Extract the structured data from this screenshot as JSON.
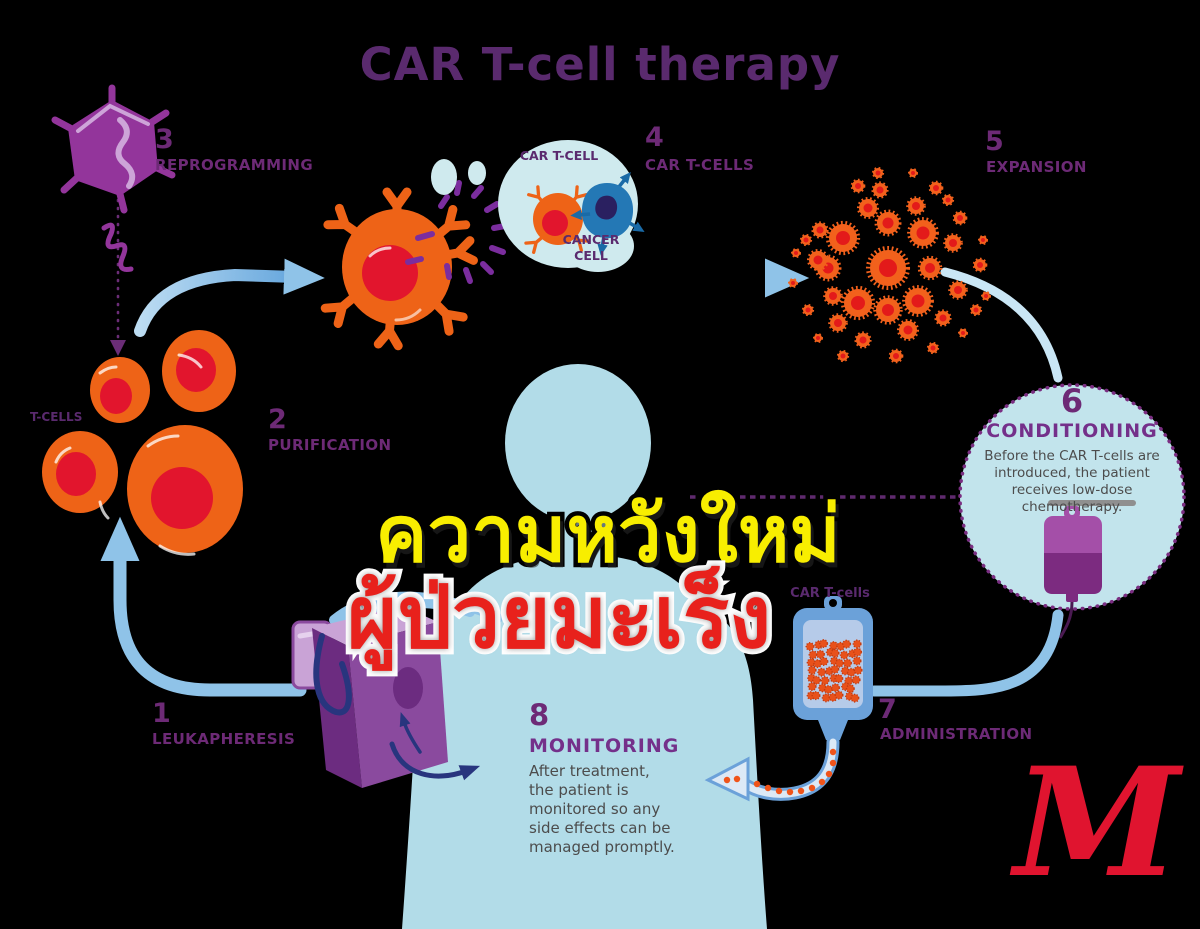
{
  "title": "CAR T-cell therapy",
  "steps": [
    {
      "num": "1",
      "label": "LEUKAPHERESIS"
    },
    {
      "num": "2",
      "label": "PURIFICATION"
    },
    {
      "num": "3",
      "label": "REPROGRAMMING"
    },
    {
      "num": "4",
      "label": "CAR T-CELLS"
    },
    {
      "num": "5",
      "label": "EXPANSION"
    },
    {
      "num": "6",
      "label": "CONDITIONING",
      "description": "Before the CAR T-cells are introduced, the patient receives low-dose chemotherapy."
    },
    {
      "num": "7",
      "label": "ADMINISTRATION"
    },
    {
      "num": "8",
      "label": "MONITORING",
      "description": "After treatment, the patient is monitored so any side effects can be managed promptly."
    }
  ],
  "cell_labels": {
    "t_cells": "T-CELLS",
    "car_t_cell": "CAR T-CELL",
    "cancer_cell": "CANCER CELL",
    "iv_bag": "CAR T-cells"
  },
  "overlay": {
    "line1": "ความหวังใหม่",
    "line2": "ผู้ป่วยมะเร็ง"
  },
  "logo": {
    "letter": "M"
  },
  "colors": {
    "background": "#000000",
    "title_purple": "#5a2a6e",
    "step_purple": "#6d2a76",
    "orange_cell": "#ee6317",
    "red_nucleus": "#e2152d",
    "arrow_blue": "#8fc3e8",
    "body_blue": "#b2dce8",
    "bubble_blue": "#cfeaee",
    "circle_blue": "#c2e4ec",
    "cancer_blue": "#2478b5",
    "navy": "#28357e",
    "machine_purple": "#8a4a9e",
    "virus_purple": "#93359b",
    "iv_bag_blue": "#6ba1d9",
    "chemo_purple": "#a44fa8",
    "thai_yellow": "#f8ee00",
    "thai_red": "#e8211c",
    "logo_red": "#e0142f"
  }
}
